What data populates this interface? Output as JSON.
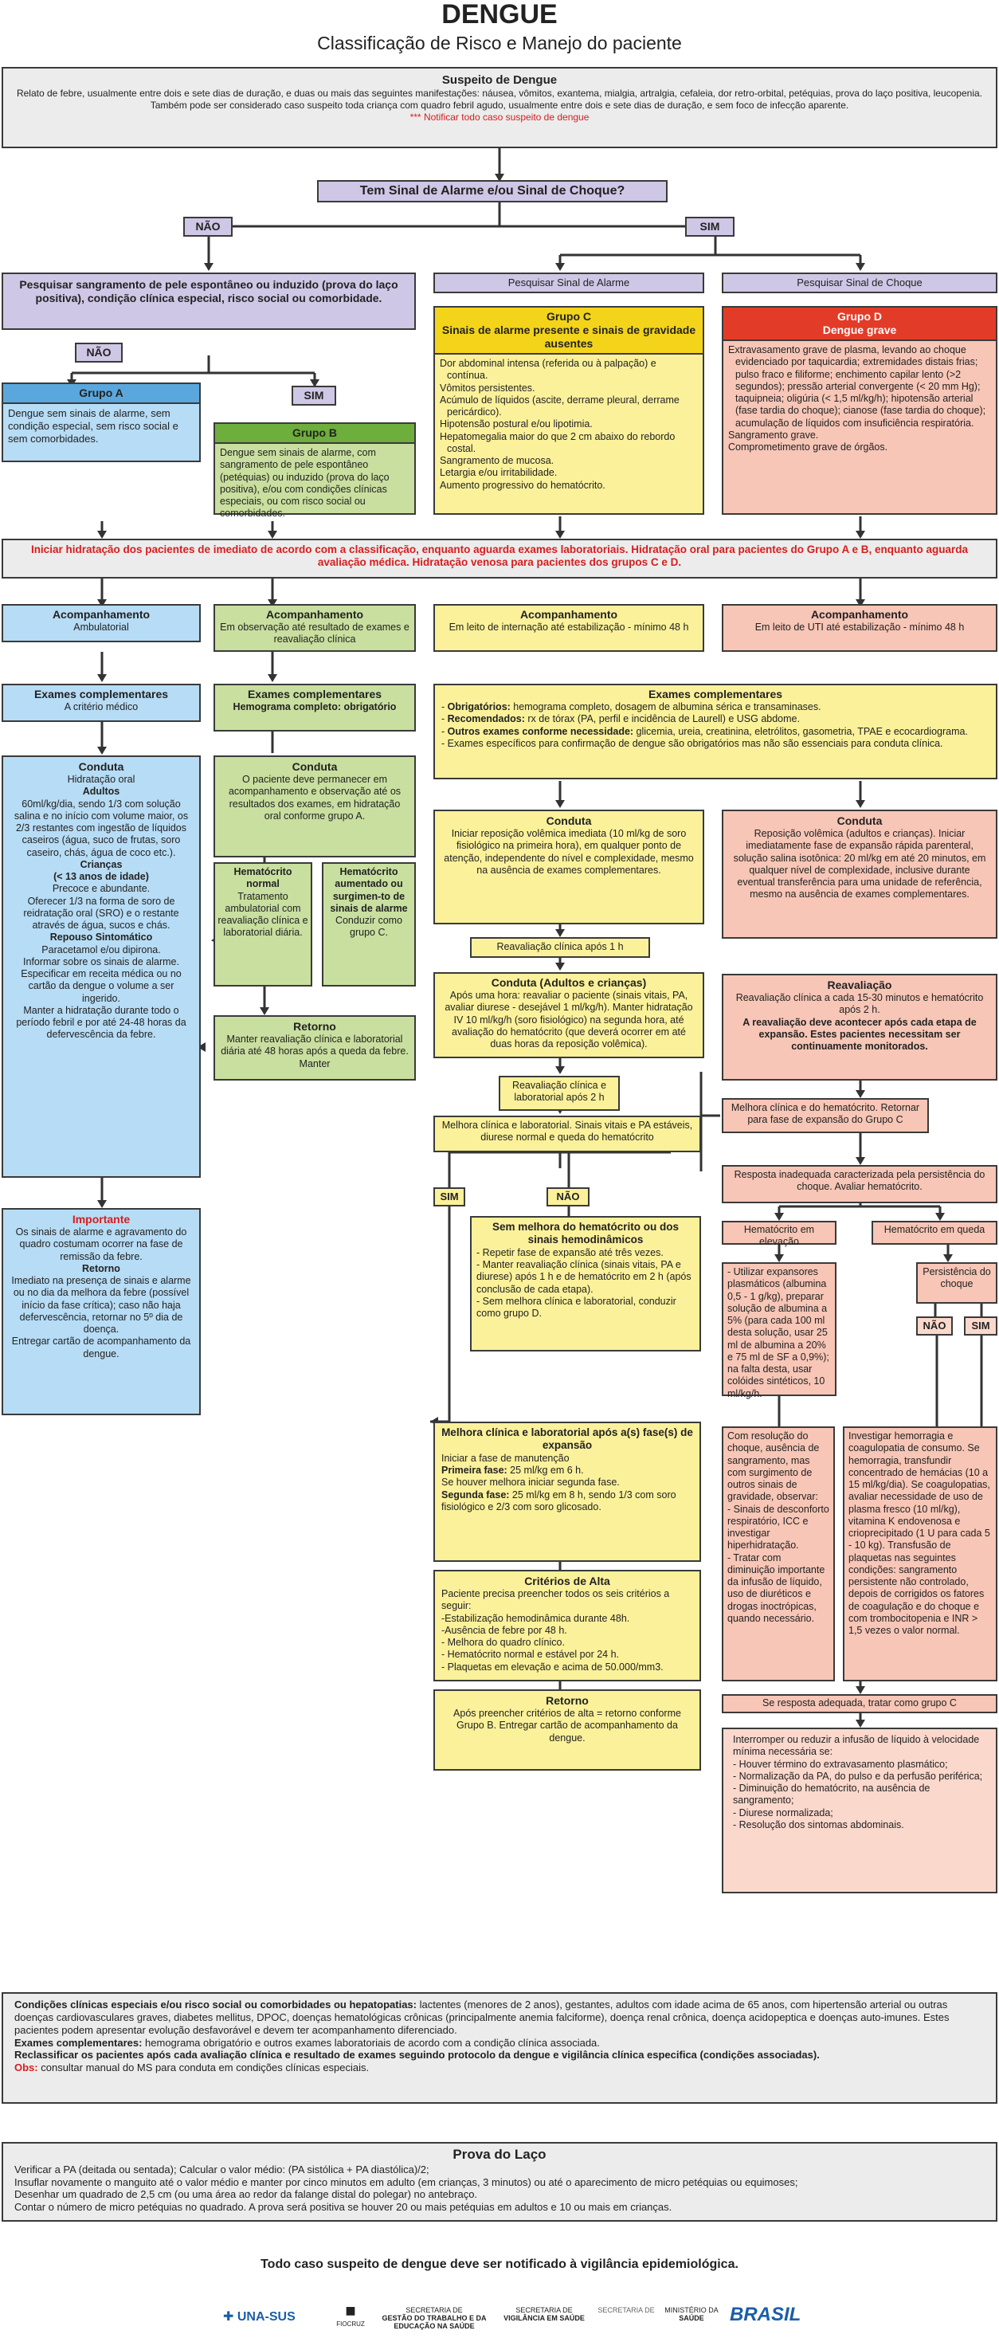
{
  "title": "DENGUE",
  "subtitle": "Classificação de Risco e Manejo do paciente",
  "suspeito": {
    "title": "Suspeito de Dengue",
    "text": "Relato de febre, usualmente entre dois e sete dias de duração, e duas ou mais das seguintes manifestações: náusea, vômitos, exantema, mialgia, artralgia, cefaleia, dor retro-orbital, petéquias, prova do laço positiva, leucopenia. Também pode ser considerado caso suspeito toda criança com quadro febril agudo, usualmente entre dois e sete dias de duração, e sem foco de infecção aparente.",
    "notify": "*** Notificar todo caso suspeito de dengue"
  },
  "q_alarme": "Tem Sinal de Alarme e/ou Sinal de Choque?",
  "nao": "NÃO",
  "sim": "SIM",
  "pesq_sangramento": "Pesquisar sangramento de pele espontâneo ou induzido (prova do laço positiva), condição clínica especial, risco social ou comorbidade.",
  "pesq_alarme": "Pesquisar Sinal de Alarme",
  "pesq_choque": "Pesquisar Sinal de Choque",
  "grupoA": {
    "title": "Grupo A",
    "text": "Dengue sem sinais de alarme, sem condição especial, sem risco social e sem comorbidades."
  },
  "grupoB": {
    "title": "Grupo B",
    "text": "Dengue sem sinais de alarme, com sangramento de pele espontâneo (petéquias) ou induzido (prova do laço positiva), e/ou com condições clínicas especiais, ou com risco social ou comorbidades."
  },
  "grupoC": {
    "title": "Grupo C",
    "subtitle": "Sinais de alarme presente e sinais de gravidade ausentes",
    "items": [
      "Dor abdominal intensa (referida ou à palpação) e contínua.",
      "Vômitos persistentes.",
      "Acúmulo de líquidos (ascite, derrame pleural, derrame pericárdico).",
      "Hipotensão postural e/ou lipotimia.",
      "Hepatomegalia maior do que 2 cm abaixo do rebordo costal.",
      "Sangramento de mucosa.",
      "Letargia e/ou irritabilidade.",
      "Aumento progressivo do hematócrito."
    ]
  },
  "grupoD": {
    "title": "Grupo D",
    "subtitle": "Dengue grave",
    "items": [
      "Extravasamento grave de plasma, levando ao choque evidenciado por taquicardia; extremidades distais frias; pulso fraco e filiforme; enchimento capilar lento (>2 segundos); pressão arterial convergente (< 20 mm Hg); taquipneia; oligúria (< 1,5 ml/kg/h); hipotensão arterial (fase tardia do choque); cianose (fase tardia do choque); acumulação de líquidos com insuficiência respiratória.",
      "Sangramento grave.",
      "Comprometimento grave de órgãos."
    ]
  },
  "hidratacao": "Iniciar hidratação dos pacientes de imediato de acordo com a classificação, enquanto aguarda exames laboratoriais. Hidratação oral para pacientes do Grupo A e B, enquanto aguarda avaliação médica. Hidratação venosa para pacientes dos grupos C e D.",
  "acompA": {
    "title": "Acompanhamento",
    "text": "Ambulatorial"
  },
  "acompB": {
    "title": "Acompanhamento",
    "text": "Em observação até resultado de exames e reavaliação clínica"
  },
  "acompC": {
    "title": "Acompanhamento",
    "text": "Em leito de internação até estabilização - mínimo 48 h"
  },
  "acompD": {
    "title": "Acompanhamento",
    "text": "Em leito de UTI até estabilização - mínimo 48 h"
  },
  "examesA": {
    "title": "Exames complementares",
    "text": "A critério médico"
  },
  "examesB": {
    "title": "Exames complementares",
    "text": "Hemograma completo: obrigatório"
  },
  "examesCD": {
    "title": "Exames complementares",
    "items": [
      {
        "b": "Obrigatórios:",
        "t": " hemograma completo, dosagem de albumina sérica e transaminases."
      },
      {
        "b": "Recomendados:",
        "t": " rx de tórax (PA, perfil e incidência de Laurell) e USG abdome."
      },
      {
        "b": "Outros exames conforme necessidade:",
        "t": " glicemia, ureia, creatinina, eletrólitos, gasometria, TPAE e ecocardiograma."
      },
      {
        "b": "",
        "t": "Exames específicos para confirmação de dengue são obrigatórios mas não são essenciais para conduta clínica."
      }
    ]
  },
  "condutaA": {
    "title": "Conduta",
    "lines": [
      "Hidratação oral",
      "Adultos",
      "60ml/kg/dia, sendo 1/3 com solução salina e no início com volume maior, os 2/3 restantes com ingestão de líquidos caseiros (água, suco de frutas, soro caseiro, chás, água de coco etc.).",
      "Crianças",
      "(< 13 anos de idade)",
      "Precoce e abundante.",
      "Oferecer 1/3 na forma de soro de reidratação oral (SRO) e o restante através de água, sucos e chás.",
      "Repouso Sintomático",
      "Paracetamol e/ou dipirona.",
      "Informar sobre os sinais de alarme.",
      "Especificar em receita médica ou no cartão da dengue o volume a ser ingerido.",
      "Manter a hidratação durante todo o período febril e por até 24-48 horas da defervescência da febre."
    ]
  },
  "importante": {
    "title": "Importante",
    "text1": "Os sinais de alarme e agravamento do quadro costumam ocorrer na fase de remissão da febre.",
    "title2": "Retorno",
    "text2": "Imediato na presença de sinais e alarme ou no dia da melhora da febre (possível início da fase crítica); caso não haja defervescência, retornar no 5º dia de doença.",
    "text3": "Entregar cartão de acompanhamento da dengue."
  },
  "condutaB": {
    "title": "Conduta",
    "text": "O paciente deve permanecer em acompanhamento e observação até os resultados dos exames, em hidratação oral conforme grupo A."
  },
  "htNormal": {
    "title": "Hematócrito normal",
    "text": "Tratamento ambulatorial com reavaliação clínica e laboratorial diária."
  },
  "htAumentado": {
    "title": "Hematócrito aumentado ou surgimen-to de sinais de alarme",
    "text": "Conduzir como grupo C."
  },
  "retornoB": {
    "title": "Retorno",
    "text": "Manter reavaliação clínica e laboratorial diária até 48 horas após a queda da febre. Manter"
  },
  "condutaC": {
    "title": "Conduta",
    "text": "Iniciar reposição volêmica imediata (10 ml/kg de soro fisiológico na primeira hora), em qualquer ponto de atenção, independente do nível e complexidade, mesmo na ausência de exames complementares."
  },
  "reaval1h": "Reavaliação clínica após 1 h",
  "condutaC2": {
    "title": "Conduta (Adultos e crianças)",
    "text": "Após uma hora: reavaliar o paciente (sinais vitais, PA, avaliar diurese - desejável 1 ml/kg/h). Manter hidratação IV 10 ml/kg/h (soro fisiológico) na segunda hora, até avaliação do hematócrito (que deverá ocorrer em até duas horas da reposição volêmica)."
  },
  "reaval2h": "Reavaliação clínica e laboratorial após 2 h",
  "melhoraClin": "Melhora clínica e laboratorial. Sinais vitais e PA estáveis, diurese normal e queda do hematócrito",
  "semMelhora": {
    "title": "Sem melhora do hematócrito ou dos sinais hemodinâmicos",
    "items": [
      "Repetir fase de expansão até três vezes.",
      "Manter reavaliação clínica (sinais vitais, PA e diurese) após 1 h e de hematócrito em 2 h (após conclusão de cada etapa).",
      "Sem melhora clínica e laboratorial, conduzir como grupo D."
    ]
  },
  "melhoraExp": {
    "title": "Melhora clínica e laboratorial após a(s) fase(s) de expansão",
    "l1": "Iniciar a fase de manutenção",
    "b1": "Primeira fase:",
    "t1": " 25 ml/kg em 6 h.",
    "l2": "Se houver melhora iniciar segunda fase.",
    "b2": "Segunda fase:",
    "t2": " 25 ml/kg em 8 h, sendo 1/3 com soro fisiológico e 2/3 com soro glicosado."
  },
  "criterios": {
    "title": "Critérios de Alta",
    "intro": "Paciente precisa preencher todos os seis critérios a seguir:",
    "items": [
      "-Estabilização hemodinâmica durante 48h.",
      "-Ausência de febre por 48 h.",
      "- Melhora do quadro clínico.",
      "- Hematócrito normal e estável por 24 h.",
      "- Plaquetas em elevação e acima de 50.000/mm3."
    ]
  },
  "retornoC": {
    "title": "Retorno",
    "text": "Após preencher critérios de alta = retorno conforme Grupo B. Entregar cartão de acompanhamento da dengue."
  },
  "condutaD": {
    "title": "Conduta",
    "text": "Reposição volêmica (adultos e crianças). Iniciar imediatamente fase de expansão rápida parenteral, solução salina isotônica: 20 ml/kg em até 20 minutos, em qualquer nível de complexidade, inclusive durante eventual transferência para uma unidade de referência, mesmo na ausência de exames complementares."
  },
  "reavalD": {
    "title": "Reavaliação",
    "text": "Reavaliação clínica a cada 15-30 minutos e hematócrito após 2 h.",
    "bold": "A reavaliação deve acontecer após cada etapa de expansão. Estes pacientes necessitam ser continuamente monitorados."
  },
  "melhoraD": "Melhora clínica e do hematócrito. Retornar para fase de expansão do Grupo C",
  "respInadequada": "Resposta inadequada caracterizada pela persistência do choque. Avaliar hematócrito.",
  "htElevacao": "Hematócrito em elevação",
  "htQueda": "Hematócrito em queda",
  "persistencia": "Persistência do choque",
  "expansores": "- Utilizar expansores plasmáticos (albumina 0,5 - 1 g/kg), preparar solução de albumina a 5% (para cada 100 ml desta solução, usar 25 ml de albumina a 20% e 75 ml de SF a 0,9%); na falta desta, usar colóides sintéticos, 10 ml/kg/h.",
  "comResolucao": "Com resolução do choque, ausência de sangramento, mas com surgimento de outros sinais de gravidade, observar:\n- Sinais de desconforto respiratório, ICC e investigar hiperhidratação.\n- Tratar com diminuição importante da infusão de líquido, uso de diuréticos e drogas inoctrópicas, quando necessário.",
  "investigar": "Investigar hemorragia e coagulopatia de consumo. Se hemorragia, transfundir concentrado de hemácias (10 a 15 ml/kg/dia). Se coagulopatias, avaliar necessidade de uso de plasma fresco (10 ml/kg), vitamina K endovenosa e crioprecipitado (1 U para cada 5 - 10 kg). Transfusão de plaquetas nas seguintes condições: sangramento persistente não controlado, depois de corrigidos os fatores de coagulação e do choque e com trombocitopenia e INR > 1,5 vezes o valor normal.",
  "seResposta": "Se resposta adequada, tratar como grupo C",
  "interromper": {
    "intro": "Interromper ou reduzir a infusão de líquido à velocidade mínima necessária se:",
    "items": [
      "- Houver término do extravasamento plasmático;",
      "- Normalização da PA, do pulso e da perfusão periférica;",
      "- Diminuição do hematócrito, na ausência de sangramento;",
      "- Diurese normalizada;",
      "- Resolução dos sintomas abdominais."
    ]
  },
  "rodape": {
    "b1": "Condições clínicas especiais e/ou risco social ou comorbidades ou hepatopatias:",
    "t1": " lactentes (menores de 2 anos), gestantes, adultos com idade acima de 65 anos, com hipertensão arterial ou outras doenças cardiovasculares graves, diabetes mellitus, DPOC, doenças hematológicas crônicas (principalmente anemia falciforme), doença renal crônica, doença acidopeptica e doenças auto-imunes. Estes pacientes podem apresentar evolução desfavorável e devem ter acompanhamento diferenciado.",
    "b2": "Exames complementares:",
    "t2": " hemograma obrigatório e outros exames laboratoriais de acordo com a condição clínica associada.",
    "b3": "Reclassificar os pacientes após cada avaliação clínica e resultado de exames seguindo protocolo da dengue e vigilância clínica especifica (condições associadas).",
    "obs": "Obs:",
    "t4": " consultar manual do MS para conduta em condições clínicas especiais."
  },
  "laco": {
    "title": "Prova do Laço",
    "lines": [
      "Verificar a PA (deitada ou sentada); Calcular o valor médio: (PA sistólica + PA diastólica)/2;",
      "Insuflar novamente o manguito até o valor médio e manter por cinco minutos em adulto (em crianças, 3 minutos) ou até o aparecimento de micro petéquias ou equimoses;",
      "Desenhar um quadrado de 2,5 cm (ou uma área ao redor da falange distal do polegar) no antebraço.",
      "Contar o número de micro petéquias no quadrado. A prova será positiva se houver 20 ou mais petéquias em adultos e 10 ou mais em crianças."
    ]
  },
  "vigilancia": "Todo caso suspeito de dengue deve ser notificado à vigilância epidemiológica.",
  "logos": {
    "unasus": "UNA-SUS",
    "fiocruz": "FIOCRUZ",
    "sgtes1": "SECRETARIA DE",
    "sgtes2": "GESTÃO DO TRABALHO E DA",
    "sgtes3": "EDUCAÇÃO NA SAÚDE",
    "svs1": "SECRETARIA DE",
    "svs2": "VIGILÂNCIA EM SAÚDE",
    "svs3": "SECRETARIA DE",
    "ms1": "MINISTÉRIO DA",
    "ms2": "SAÚDE",
    "brasil": "BRASIL"
  },
  "colors": {
    "purple": "#cfc7e6",
    "blue": "#b7dcf5",
    "green": "#c9df9f",
    "yellow": "#fbf19a",
    "pink": "#f7c6b6",
    "red": "#d61e1e",
    "grey": "#ececec"
  }
}
